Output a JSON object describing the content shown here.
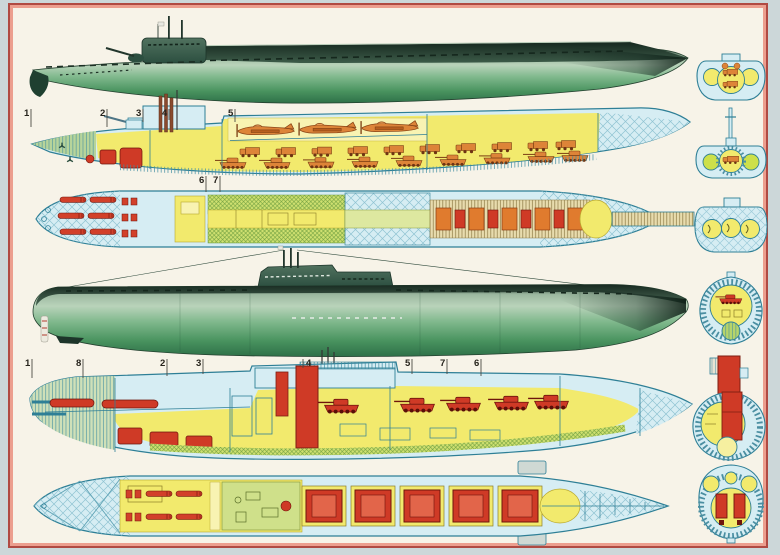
{
  "plate": {
    "outer_margin_color": "#ccd7d9",
    "frame_outer_line_color": "#b04a42",
    "frame_inner_line_color": "#ec9e8e",
    "paper_color": "#f7f3e8"
  },
  "palette": {
    "hull_top_dark_green": "#2e4438",
    "hull_light_green": "#b9d3ba",
    "hull_mid_green": "#7fb88c",
    "hull_deep_green": "#2e7048",
    "drawing_outline_teal": "#2e7f96",
    "drawing_fill_aqua": "#d6edf3",
    "interior_yellow": "#f2ea6d",
    "pale_yellow": "#f8f3b2",
    "cargo_orange": "#dd8438",
    "machinery_red": "#cf3a26",
    "fuel_green": "#cfe070",
    "bow_deck_green": "#b7d49a",
    "callout_color": "#26231c"
  },
  "callouts": {
    "upper_cutaway": [
      "1",
      "2",
      "3",
      "4",
      "5"
    ],
    "upper_plan": [
      "6",
      "7"
    ],
    "lower_cutaway": [
      "1",
      "8",
      "2",
      "3",
      "4",
      "5",
      "7",
      "6"
    ]
  }
}
